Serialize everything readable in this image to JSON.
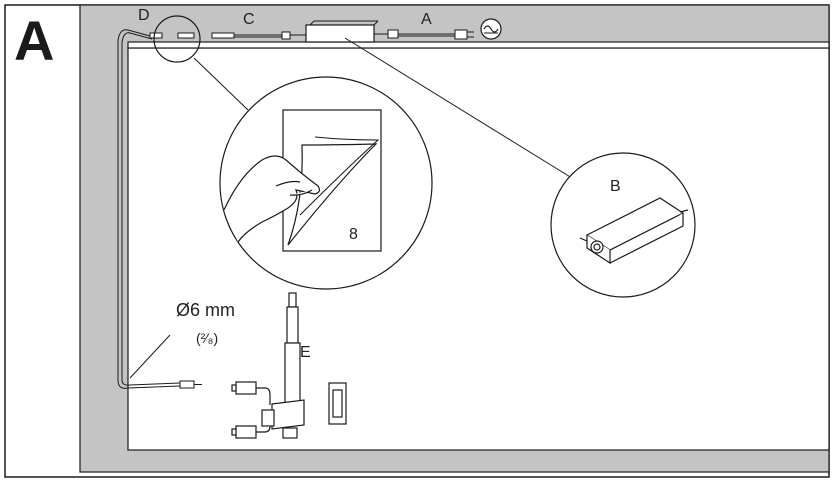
{
  "panel_letter": "A",
  "labels": {
    "plug": "A",
    "power_supply": "B",
    "cable": "C",
    "tape": "D",
    "actuator": "E",
    "diameter": "Ø6 mm",
    "diameter_inch": "(²⁄₈)",
    "adhesive_number": "8"
  },
  "colors": {
    "frame": "#1a1a1a",
    "wall": "#c4c4c4",
    "line": "#1a1a1a"
  },
  "icons": [
    "plug-icon",
    "ac-power-icon",
    "hand-icon",
    "power-supply-icon",
    "actuator-icon",
    "handset-icon"
  ]
}
